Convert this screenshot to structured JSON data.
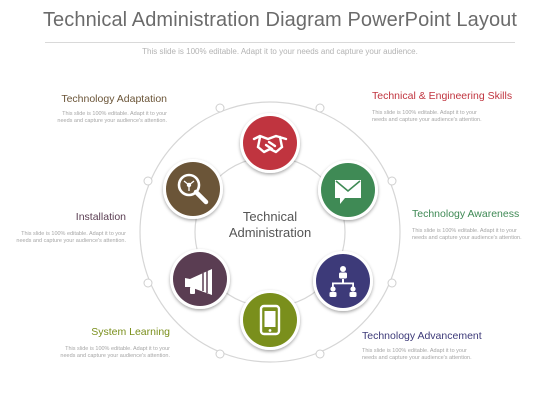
{
  "title": "Technical Administration Diagram PowerPoint Layout",
  "subtitle": "This slide is 100% editable. Adapt it to your needs and capture your audience.",
  "center": {
    "line1": "Technical",
    "line2": "Administration"
  },
  "colors": {
    "ring": "#d6d6d6",
    "handshake": "#c0343f",
    "envelope": "#3f8a55",
    "network": "#3d3a79",
    "mobile": "#7a8f1c",
    "megaphone": "#5a3d52",
    "search": "#6b5538"
  },
  "items": [
    {
      "key": "engineering",
      "label": "Technical & Engineering Skills",
      "color": "#c0343f",
      "icon": "handshake-icon",
      "desc": "This slide is 100% editable. Adapt it to your needs and capture your audience's attention."
    },
    {
      "key": "awareness",
      "label": "Technology Awareness",
      "color": "#3f8a55",
      "icon": "envelope-icon",
      "desc": "This slide is 100% editable. Adapt it to your needs and capture your audience's attention."
    },
    {
      "key": "advancement",
      "label": "Technology Advancement",
      "color": "#3d3a79",
      "icon": "network-icon",
      "desc": "This slide is 100% editable. Adapt it to your needs and capture your audience's attention."
    },
    {
      "key": "learning",
      "label": "System Learning",
      "color": "#7a8f1c",
      "icon": "mobile-icon",
      "desc": "This slide is 100% editable. Adapt it to your needs and capture your audience's attention."
    },
    {
      "key": "installation",
      "label": "Installation",
      "color": "#5a3d52",
      "icon": "megaphone-icon",
      "desc": "This slide is 100% editable. Adapt it to your needs and capture your audience's attention."
    },
    {
      "key": "adaptation",
      "label": "Technology Adaptation",
      "color": "#6b5538",
      "icon": "search-icon",
      "desc": "This slide is 100% editable. Adapt it to your needs and capture your audience's attention."
    }
  ]
}
